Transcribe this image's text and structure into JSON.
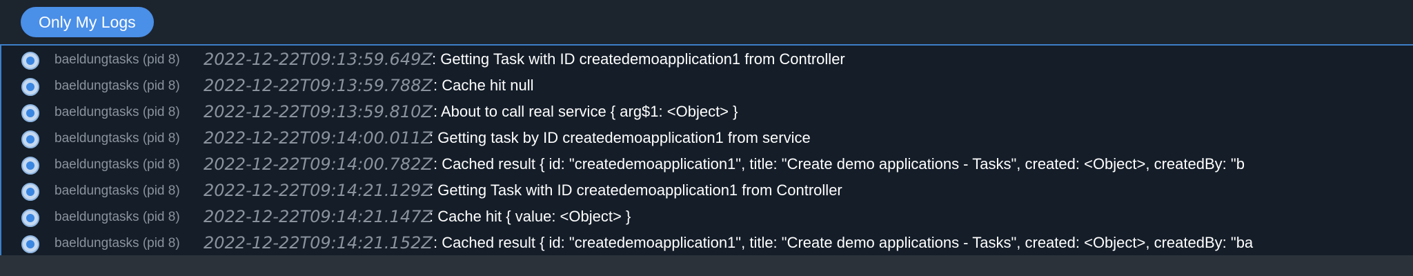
{
  "toolbar": {
    "filter_button_label": "Only My Logs"
  },
  "colors": {
    "accent": "#4a8fe8",
    "panel_border": "#3d7fc9",
    "background": "#1c242e",
    "muted_text": "#8a939e"
  },
  "logs": [
    {
      "source": "baeldungtasks (pid 8)",
      "timestamp": "2022-12-22T09:13:59.649Z",
      "message": ": Getting Task with ID createdemoapplication1 from Controller"
    },
    {
      "source": "baeldungtasks (pid 8)",
      "timestamp": "2022-12-22T09:13:59.788Z",
      "message": ": Cache hit null"
    },
    {
      "source": "baeldungtasks (pid 8)",
      "timestamp": "2022-12-22T09:13:59.810Z",
      "message": ": About to call real service { arg$1: <Object> }"
    },
    {
      "source": "baeldungtasks (pid 8)",
      "timestamp": "2022-12-22T09:14:00.011Z",
      "message": ": Getting task by ID createdemoapplication1 from service"
    },
    {
      "source": "baeldungtasks (pid 8)",
      "timestamp": "2022-12-22T09:14:00.782Z",
      "message": ": Cached result { id: \"createdemoapplication1\", title: \"Create demo applications - Tasks\", created: <Object>, createdBy: \"b"
    },
    {
      "source": "baeldungtasks (pid 8)",
      "timestamp": "2022-12-22T09:14:21.129Z",
      "message": ": Getting Task with ID createdemoapplication1 from Controller"
    },
    {
      "source": "baeldungtasks (pid 8)",
      "timestamp": "2022-12-22T09:14:21.147Z",
      "message": ": Cache hit { value: <Object> }"
    },
    {
      "source": "baeldungtasks (pid 8)",
      "timestamp": "2022-12-22T09:14:21.152Z",
      "message": ": Cached result { id: \"createdemoapplication1\", title: \"Create demo applications - Tasks\", created: <Object>, createdBy: \"ba"
    }
  ]
}
